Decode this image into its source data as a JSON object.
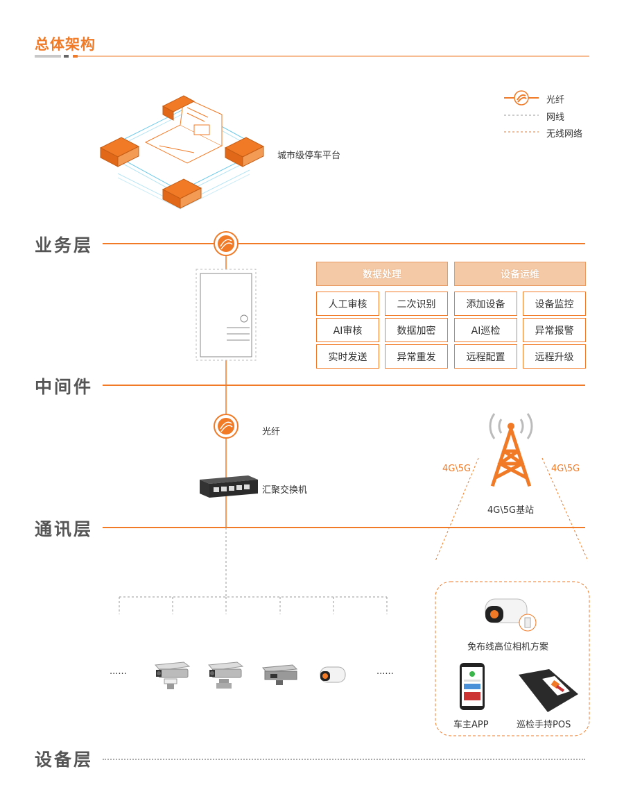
{
  "title": "总体架构",
  "legend": {
    "fiber": "光纤",
    "cable": "网线",
    "wireless": "无线网络"
  },
  "platform_label": "城市级停车平台",
  "layers": {
    "business": "业务层",
    "middleware": "中间件",
    "communication": "通讯层",
    "device": "设备层"
  },
  "groups": [
    {
      "header": "数据处理",
      "items": [
        "人工审核",
        "二次识别",
        "AI审核",
        "数据加密",
        "实时发送",
        "异常重发"
      ]
    },
    {
      "header": "设备运维",
      "items": [
        "添加设备",
        "设备监控",
        "AI巡检",
        "异常报警",
        "远程配置",
        "远程升级"
      ]
    }
  ],
  "comm": {
    "fiber_label": "光纤",
    "switch_label": "汇聚交换机",
    "station_label": "4G\\5G基站",
    "left_signal": "4G\\5G",
    "right_signal": "4G\\5G"
  },
  "devices": {
    "ellipsis_left": "......",
    "ellipsis_right": "......",
    "wireless_camera": "免布线高位相机方案",
    "app": "车主APP",
    "pos": "巡检手持POS"
  },
  "colors": {
    "accent": "#f07a26",
    "grey": "#555555"
  }
}
